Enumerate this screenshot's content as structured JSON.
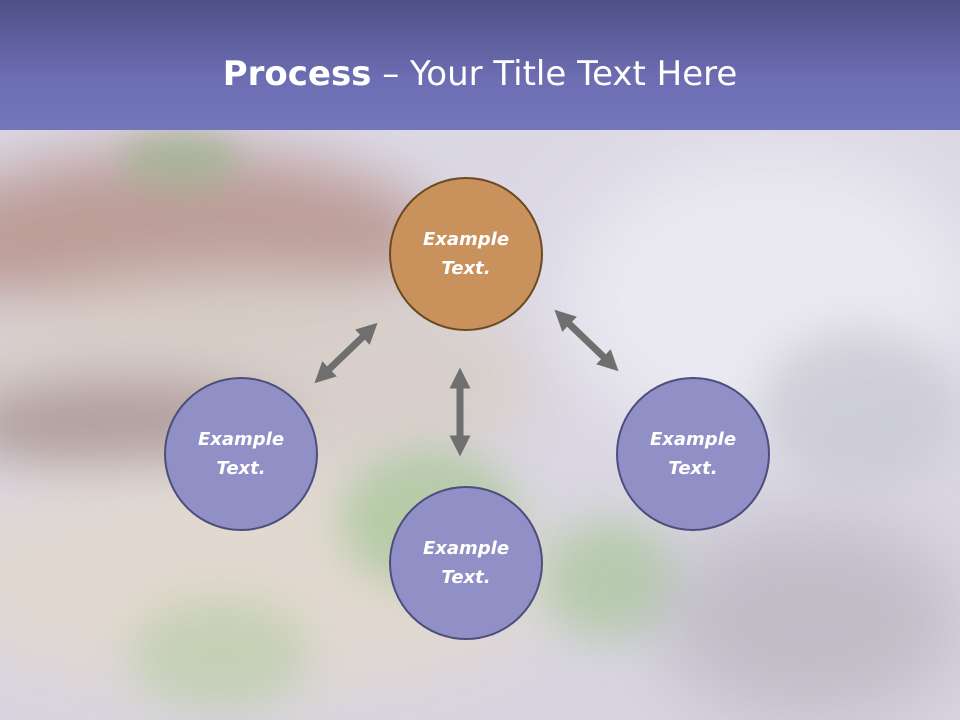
{
  "title": {
    "bold": "Process",
    "rest": " – Your Title Text Here"
  },
  "nodes": [
    {
      "id": "center-top",
      "label": "Example\nText.",
      "color": "#c9925d"
    },
    {
      "id": "left",
      "label": "Example\nText.",
      "color": "#9090c6"
    },
    {
      "id": "right",
      "label": "Example\nText.",
      "color": "#9090c6"
    },
    {
      "id": "bottom",
      "label": "Example\nText.",
      "color": "#9090c6"
    }
  ],
  "connector_color": "#6f6f6f"
}
